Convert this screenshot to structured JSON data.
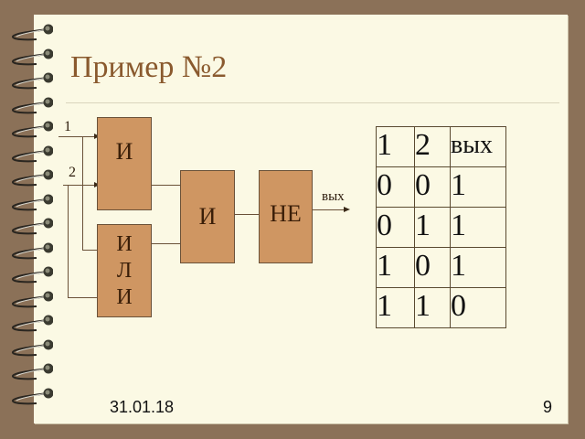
{
  "slide": {
    "title": "Пример №2",
    "date": "31.01.18",
    "page_number": "9"
  },
  "diagram": {
    "inputs": [
      {
        "id": "1",
        "label": "1"
      },
      {
        "id": "2",
        "label": "2"
      }
    ],
    "gates": [
      {
        "id": "and1",
        "label": "И",
        "type": "AND"
      },
      {
        "id": "or1",
        "label_lines": [
          "И",
          "Л",
          "И"
        ],
        "type": "OR"
      },
      {
        "id": "and2",
        "label": "И",
        "type": "AND"
      },
      {
        "id": "not1",
        "label": "НЕ",
        "type": "NOT"
      }
    ],
    "output_label": "вых",
    "colors": {
      "gate_fill": "#cf9662",
      "gate_border": "#6a5138",
      "wire": "#6a5138",
      "title": "#8a5a2e",
      "page": "#fbf9e4",
      "background": "#8b7158"
    }
  },
  "truth_table": {
    "headers": [
      "1",
      "2",
      "вых"
    ],
    "rows": [
      [
        "0",
        "0",
        "1"
      ],
      [
        "0",
        "1",
        "1"
      ],
      [
        "1",
        "0",
        "1"
      ],
      [
        "1",
        "1",
        "0"
      ]
    ]
  }
}
